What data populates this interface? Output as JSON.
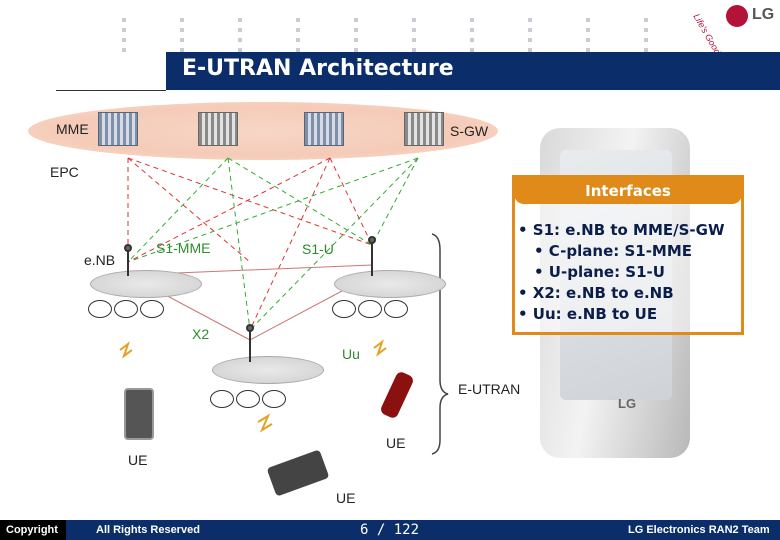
{
  "header": {
    "title": "E-UTRAN Architecture"
  },
  "logo": {
    "brand": "LG",
    "tagline": "Life's Good"
  },
  "diagram": {
    "mme_label": "MME",
    "sgw_label": "S-GW",
    "epc_label": "EPC",
    "enb_label": "e.NB",
    "s1_mme_label": "S1-MME",
    "s1_u_label": "S1-U",
    "x2_label": "X2",
    "uu_label": "Uu",
    "eutran_label": "E-UTRAN",
    "ue_labels": [
      "UE",
      "UE",
      "UE"
    ]
  },
  "interfaces": {
    "heading": "Interfaces",
    "items": [
      {
        "text": "• S1: e.NB to MME/S-GW",
        "level": 0
      },
      {
        "text": "• C-plane: S1-MME",
        "level": 1
      },
      {
        "text": "• U-plane: S1-U",
        "level": 1
      },
      {
        "text": "• X2: e.NB to e.NB",
        "level": 0
      },
      {
        "text": "• Uu: e.NB to UE",
        "level": 0
      }
    ]
  },
  "footer": {
    "copyright": "Copyright",
    "rights": "All Rights Reserved",
    "page": "6 / 122",
    "team": "LG Electronics RAN2 Team"
  },
  "colors": {
    "title_bar": "#0b2e6a",
    "accent": "#e08a1a",
    "label_green": "#2e8b2e",
    "brand": "#b5123a"
  }
}
